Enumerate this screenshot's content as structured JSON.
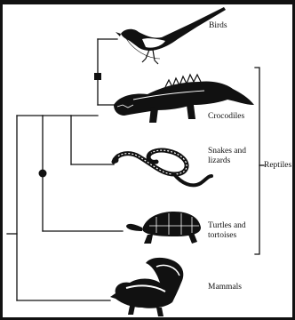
{
  "tree": {
    "taxa": [
      {
        "id": "birds",
        "label": "Birds"
      },
      {
        "id": "crocodiles",
        "label": "Crocodiles"
      },
      {
        "id": "snakes",
        "label": "Snakes and\nlizards"
      },
      {
        "id": "turtles",
        "label": "Turtles and\ntortoises"
      },
      {
        "id": "mammals",
        "label": "Mammals"
      }
    ],
    "group_label": "Reptiles",
    "markers": [
      {
        "node": "birds-crocodiles",
        "shape": "square"
      },
      {
        "node": "reptiles-birds",
        "shape": "circle"
      }
    ],
    "colors": {
      "ink": "#111111",
      "background": "#ffffff"
    }
  }
}
